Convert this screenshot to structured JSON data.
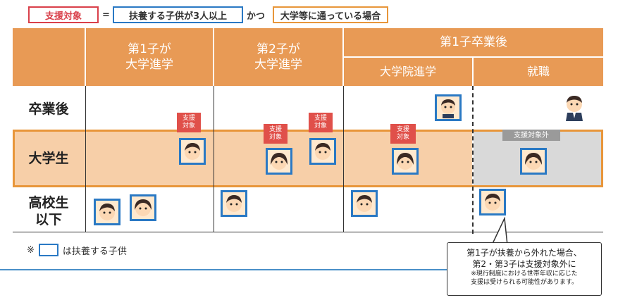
{
  "legend": {
    "support_target": "支援対象",
    "equals": "=",
    "condition1": "扶養する子供が3人以上",
    "conjunction": "かつ",
    "condition2": "大学等に通っている場合"
  },
  "headers": {
    "col1": "第1子が\n大学進学",
    "col2": "第2子が\n大学進学",
    "col3_group": "第1子卒業後",
    "col3a": "大学院進学",
    "col3b": "就職"
  },
  "row_labels": {
    "graduated": "卒業後",
    "university": "大学生",
    "highschool": "高校生\n以下"
  },
  "tags": {
    "support": "支援\n対象",
    "not_support": "支援対象外"
  },
  "footnote": {
    "mark": "※",
    "text": "は扶養する子供"
  },
  "callout": {
    "line1": "第1子が扶養から外れた場合、",
    "line2": "第2・第3子は支援対象外に",
    "note1": "※現行制度における世帯年収に応じた",
    "note2": "支援は受けられる可能性があります。"
  },
  "colors": {
    "header": "#e89a55",
    "band": "#f7cfa8",
    "support_red": "#d9404a",
    "child_blue": "#2a79c4",
    "outline_orange": "#e8963a"
  }
}
